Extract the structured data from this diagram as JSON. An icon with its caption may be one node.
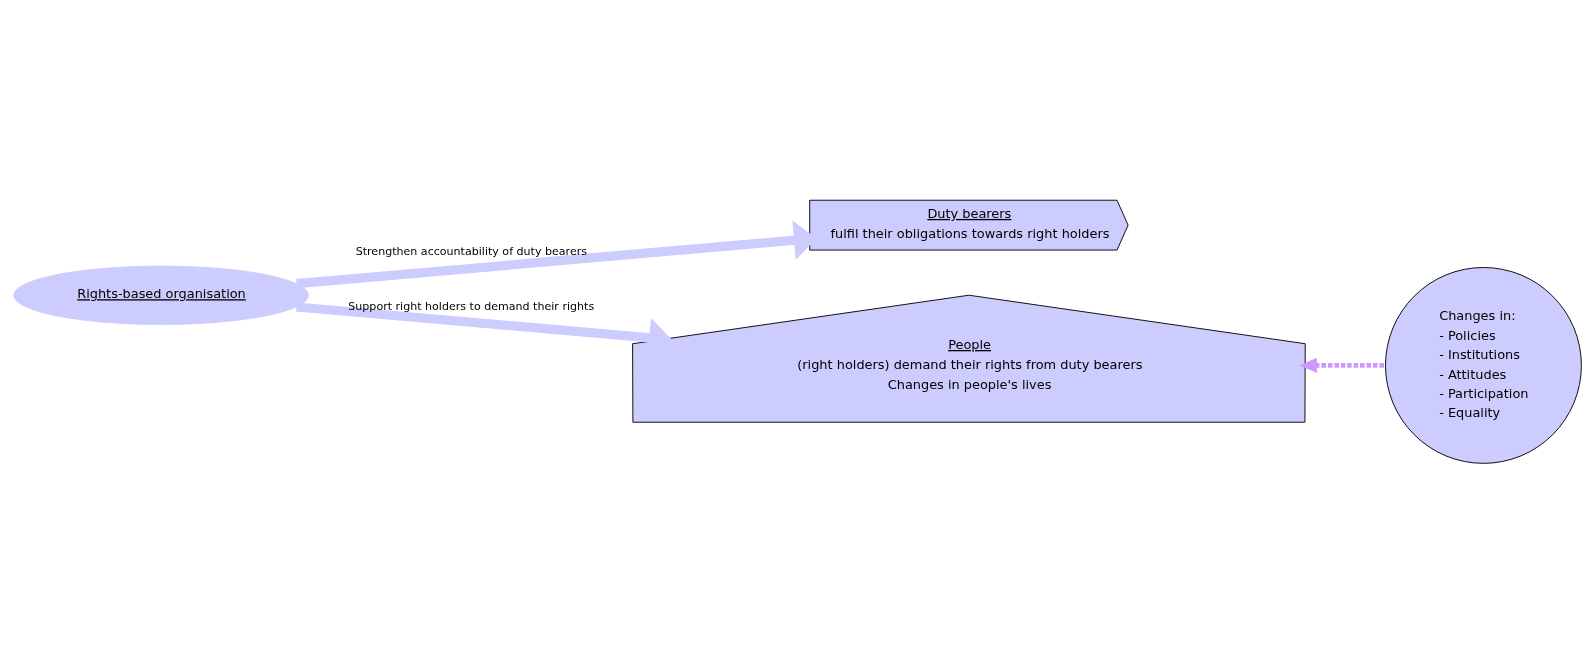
{
  "diagram": {
    "nodes": [
      {
        "text": [
          "Rights-based organisation"
        ]
      },
      {
        "text": [
          "Duty bearers",
          "fulfil their obligations towards right holders"
        ]
      },
      {
        "text": [
          "Changes in:",
          "- Policies",
          "- Institutions",
          "- Attitudes",
          "- Participation",
          "- Equality"
        ]
      },
      {
        "text": [
          "People",
          "(right holders) demand their rights from duty bearers",
          "Changes in people's lives"
        ]
      }
    ],
    "edges": [
      {
        "from": 0,
        "to": 1,
        "arrow": "to",
        "label": "Strengthen accountability of duty bearers"
      },
      {
        "from": 0,
        "to": 3,
        "arrow": "to",
        "label": "Support right holders to demand their rights"
      },
      {
        "from": 2,
        "to": 3,
        "arrow": "to",
        "style": "dashed",
        "color": "#cc99ff"
      }
    ]
  }
}
